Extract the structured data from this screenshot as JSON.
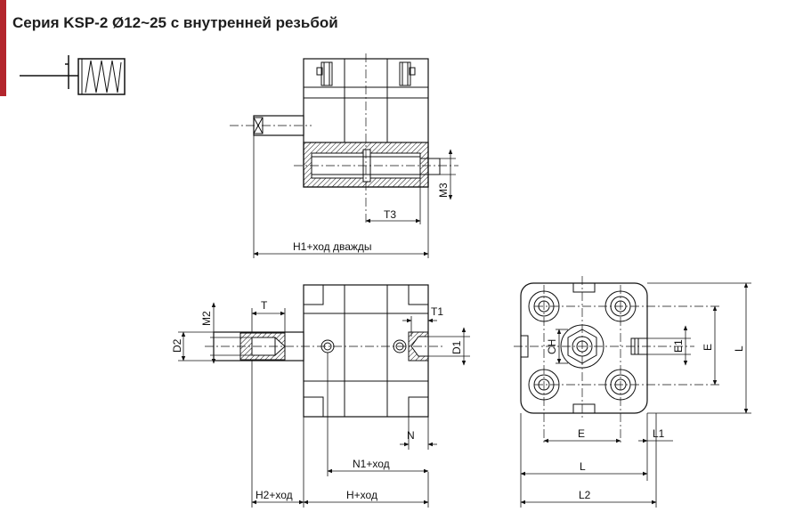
{
  "header": {
    "title": "Серия KSP-2 Ø12~25 с внутренней резьбой",
    "accent_color": "#b3262d"
  },
  "labels": {
    "m3": "M3",
    "t3": "T3",
    "h1_stroke_twice": "H1+ход дважды",
    "m2": "M2",
    "d2": "D2",
    "t": "T",
    "t1": "T1",
    "d1": "D1",
    "n": "N",
    "n1_stroke": "N1+ход",
    "h2_stroke": "H2+ход",
    "h_stroke": "H+ход",
    "ch": "CH",
    "e_bottom": "E",
    "e1": "E1",
    "e_right": "E",
    "l1": "L1",
    "l_bottom": "L",
    "l_right": "L",
    "l2": "L2"
  },
  "icons": {
    "symbol": "cylinder-spring-return-icon"
  }
}
